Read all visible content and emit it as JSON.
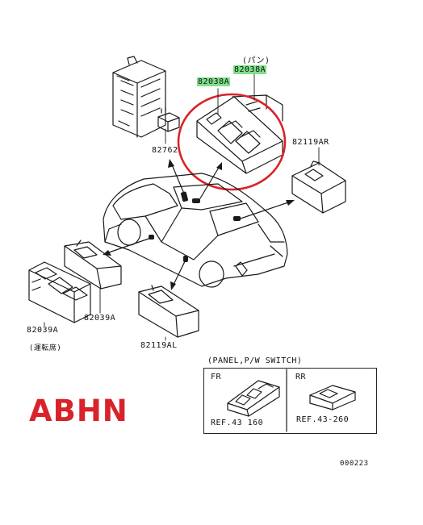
{
  "labels": {
    "pan_note": "(パン)",
    "part_82038a_upper": "82038A",
    "part_82038a_lower": "82038A",
    "part_82762": "82762",
    "part_82119ar": "82119AR",
    "part_82039a_right": "82039A",
    "part_82039a_left": "82039A",
    "part_82039a_note": "(運転席)",
    "part_82119al": "82119AL",
    "panel_title": "(PANEL,P/W SWITCH)",
    "panel_fr": "FR",
    "panel_rr": "RR",
    "ref_fr": "REF.43 160",
    "ref_rr": "REF.43-260",
    "figure_number": "000223"
  },
  "variant_code": "ABHN",
  "colors": {
    "highlight_green": "#7ee08a",
    "circle_red": "#d9232b",
    "code_red": "#d9232b",
    "line": "#1a1a1a"
  }
}
